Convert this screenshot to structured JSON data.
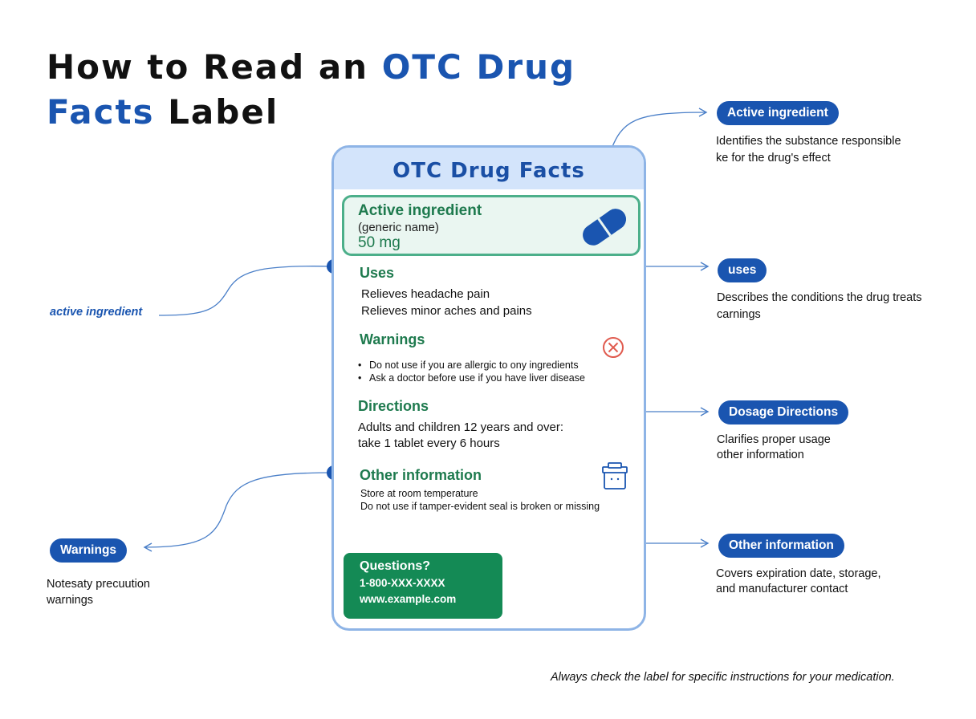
{
  "title": {
    "part1": "How to Read an ",
    "part2": "OTC Drug",
    "part3": "Facts",
    "part4": " Label"
  },
  "card": {
    "header": "OTC Drug Facts",
    "active": {
      "title": "Active ingredient",
      "generic": "(generic name)",
      "dose": "50 mg"
    },
    "uses": {
      "heading": "Uses",
      "lines": [
        "Relieves headache pain",
        "Relieves minor aches and pains"
      ]
    },
    "warnings": {
      "heading": "Warnings",
      "bullets": [
        "Do not use if you are allergic to ony ingredients",
        "Ask a doctor before use if you have liver disease"
      ]
    },
    "directions": {
      "heading": "Directions",
      "lines": [
        "Adults and children 12 years and over:",
        "take 1 tablet every 6 hours"
      ]
    },
    "other": {
      "heading": "Other information",
      "lines": [
        "Store at room temperature",
        "Do not use if tamper-evident seal is broken or missing"
      ]
    },
    "questions": {
      "title": "Questions?",
      "phone": "1-800-XXX-XXXX",
      "web": "www.example.com"
    }
  },
  "callouts": {
    "active": {
      "badge": "Active ingredient",
      "lines": [
        "Identifies the substance responsible",
        "ke for the drug's effect"
      ]
    },
    "uses": {
      "badge": "uses",
      "lines": [
        "Describes the conditions the drug treats",
        "carnings"
      ]
    },
    "dosage": {
      "badge": "Dosage Directions",
      "lines": [
        "Clarifies proper usage",
        "other information"
      ]
    },
    "other": {
      "badge": "Other information",
      "lines": [
        "Covers expiration date, storage,",
        "and manufacturer contact"
      ]
    },
    "warnings": {
      "badge": "Warnings",
      "lines": [
        "Notesaty precuution",
        "warnings"
      ]
    },
    "left_label": "active ingredient"
  },
  "footer": "Always check the label for specific instructions for your medication.",
  "colors": {
    "blue": "#1a55b0",
    "green": "#1e7a4e",
    "card_border": "#8eb4e6",
    "header_bg": "#d3e4fb",
    "questions_bg": "#148a55"
  }
}
